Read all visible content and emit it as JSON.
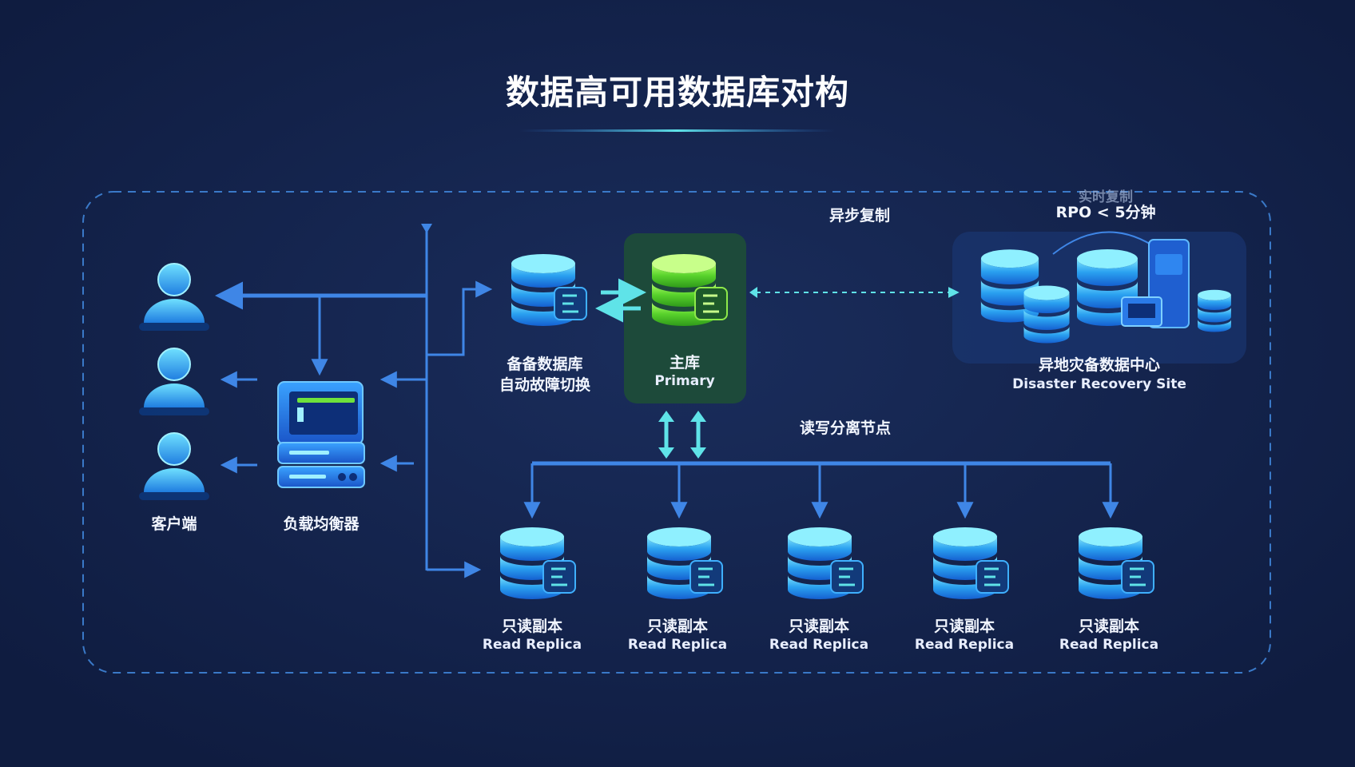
{
  "title": "数据高可用数据库对构",
  "nodes": {
    "client": {
      "label": "客户端"
    },
    "load_balancer": {
      "label": "负载均衡器"
    },
    "standby": {
      "label_cn": "备备数据库",
      "label_sub": "自动故障切换"
    },
    "primary": {
      "label_cn": "主库",
      "label_en": "Primary"
    },
    "dr_site": {
      "label_cn": "异地灾备数据中心",
      "label_en": "Disaster Recovery Site"
    },
    "replicas": [
      {
        "label_cn": "只读副本",
        "label_en": "Read Replica"
      },
      {
        "label_cn": "只读副本",
        "label_en": "Read Replica"
      },
      {
        "label_cn": "只读副本",
        "label_en": "Read Replica"
      },
      {
        "label_cn": "只读副本",
        "label_en": "Read Replica"
      },
      {
        "label_cn": "只读副本",
        "label_en": "Read Replica"
      }
    ]
  },
  "edges": {
    "async_replication": "异步复制",
    "dr_faded": "实时复制",
    "rpo": "RPO < 5分钟",
    "read_write_split": "读写分离节点"
  },
  "colors": {
    "background": "#13224a",
    "line": "#3f86e6",
    "cyan": "#5fe3e8",
    "primary_green": "#6ee23c",
    "primary_panel": "#1d4a3a"
  },
  "icons": {
    "client": "user-icon",
    "load_balancer": "server-icon",
    "database": "database-icon"
  }
}
